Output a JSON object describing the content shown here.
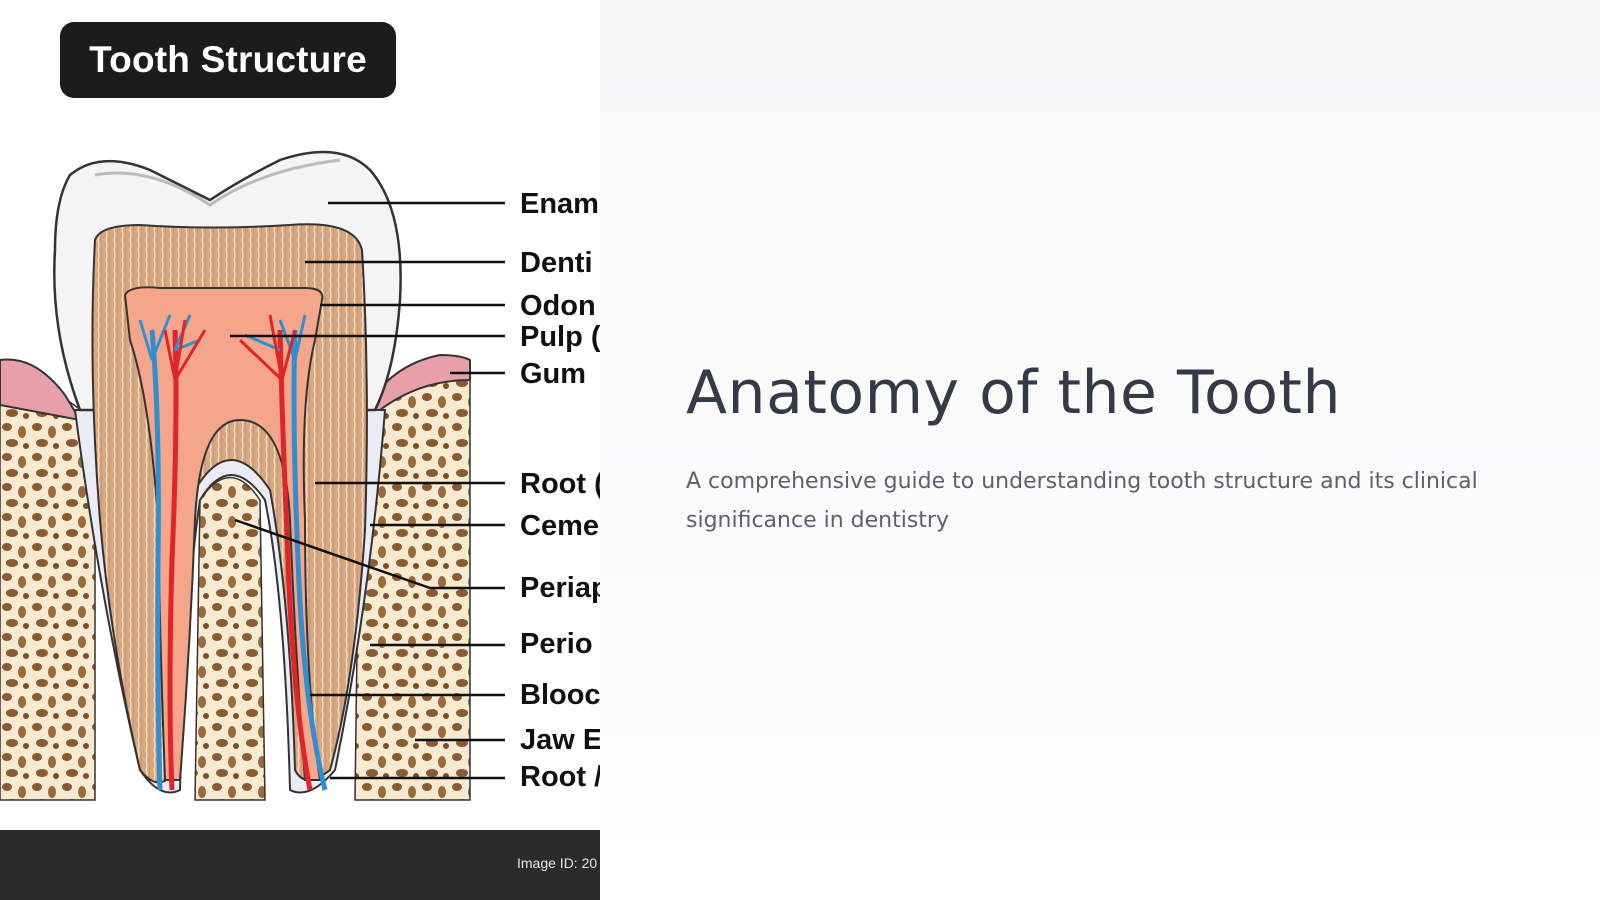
{
  "diagram": {
    "title": "Tooth Structure",
    "labels": [
      "Enam",
      "Denti",
      "Odon",
      "Pulp (",
      "Gum",
      "Root (",
      "Ceme",
      "Periap",
      "Perio",
      "Blooc",
      "Jaw E",
      "Root /"
    ],
    "footer": "Image ID: 20"
  },
  "content": {
    "title": "Anatomy of the Tooth",
    "subtitle": "A comprehensive guide to understanding tooth structure and its clinical significance in dentistry"
  },
  "colors": {
    "enamel": "#f4f4f4",
    "dentin": "#d9a77f",
    "pulp": "#f4a58a",
    "gum": "#e8a0a8",
    "bone": "#f7ead0",
    "bone_spots": "#8a5a32",
    "artery": "#e0252a",
    "vein": "#2f8fd0",
    "title_text": "#363a48",
    "subtitle_text": "#5c6170"
  }
}
